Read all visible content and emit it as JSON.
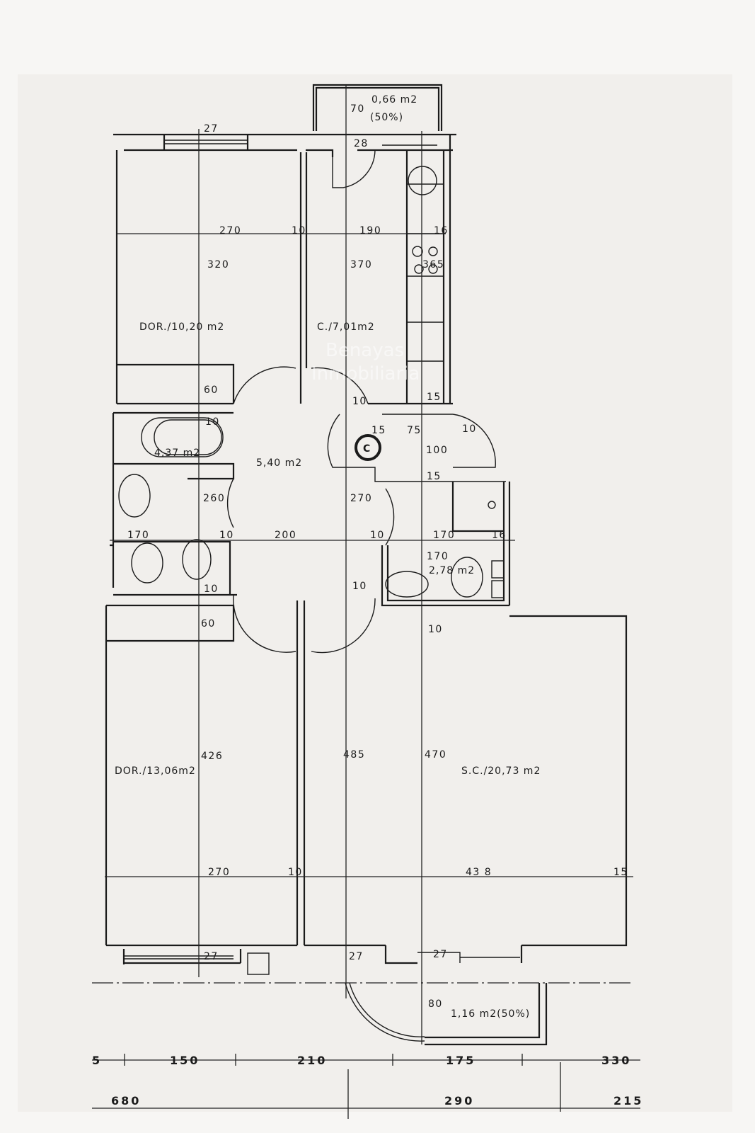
{
  "watermark": {
    "line1": "Benayas",
    "line2": "Inmobiliaria"
  },
  "rooms": {
    "bedroom_1": "DOR./10,20 m2",
    "kitchen": "C./7,01m2",
    "bathroom": "4,37 m2",
    "hall": "5,40 m2",
    "toilet": "2,78 m2",
    "bedroom_2": "DOR./13,06m2",
    "living_room": "S.C./20,73  m2",
    "balcony_top": "0,66 m2",
    "balcony_top_pct": "(50%)",
    "balcony_bottom": "1,16 m2(50%)",
    "boiler_symbol": "C"
  },
  "dimensions": {
    "top_window": "27",
    "balcony_depth": "70",
    "kitchen_door": "28",
    "d270a": "270",
    "d10a": "10",
    "d190": "190",
    "d16a": "16",
    "d320": "320",
    "d370": "370",
    "d365": "365",
    "d60a": "60",
    "d10b": "10",
    "d15a": "15",
    "d10c": "10",
    "d15b": "15",
    "d75": "75",
    "d10d": "10",
    "d100": "100",
    "d15c": "15",
    "d260": "260",
    "d270b": "270",
    "d170a": "170",
    "d10e": "10",
    "d200": "200",
    "d10f": "10",
    "d170b": "170",
    "d16b": "16",
    "d170c": "170",
    "d10g": "10",
    "d10h": "10",
    "d10i": "10",
    "d60b": "60",
    "d426": "426",
    "d485": "485",
    "d470": "470",
    "d270c": "270",
    "d10j": "10",
    "d438": "43 8",
    "d15d": "15",
    "d27a": "27",
    "d27b": "27",
    "d27c": "27",
    "d80": "80"
  },
  "bottom_row_1": [
    "5",
    "150",
    "210",
    "175",
    "330"
  ],
  "bottom_row_2": [
    "680",
    "290",
    "215"
  ]
}
